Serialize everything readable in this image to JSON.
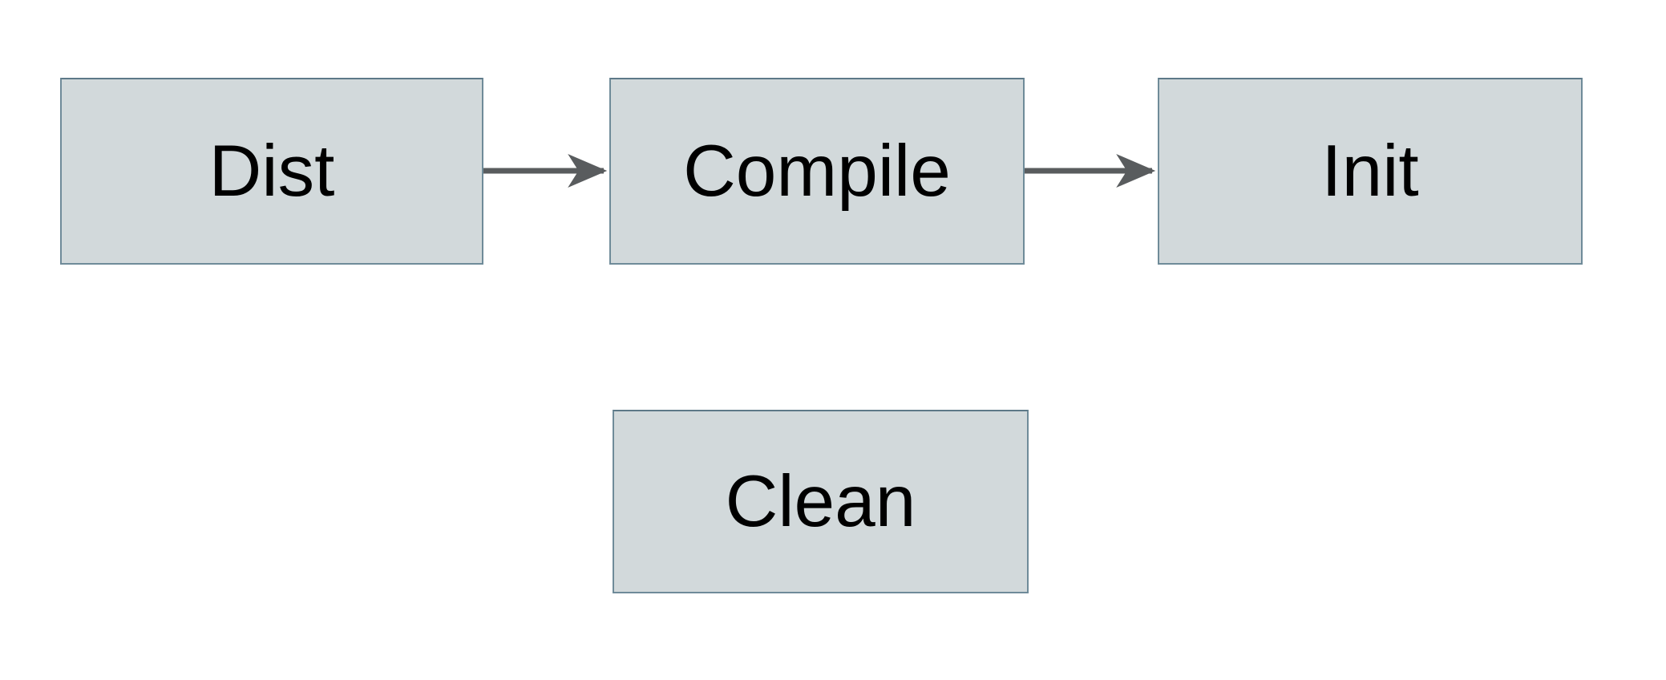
{
  "diagram": {
    "title": "build-targets-flowchart",
    "nodes": [
      {
        "id": "dist",
        "label": "Dist"
      },
      {
        "id": "compile",
        "label": "Compile"
      },
      {
        "id": "init",
        "label": "Init"
      },
      {
        "id": "clean",
        "label": "Clean"
      }
    ],
    "edges": [
      {
        "from": "dist",
        "to": "compile"
      },
      {
        "from": "compile",
        "to": "init"
      }
    ],
    "colors": {
      "node_fill": "#d2d9db",
      "node_border": "#6f8b99",
      "arrow": "#595c5e",
      "text": "#000000",
      "background": "#ffffff"
    }
  }
}
